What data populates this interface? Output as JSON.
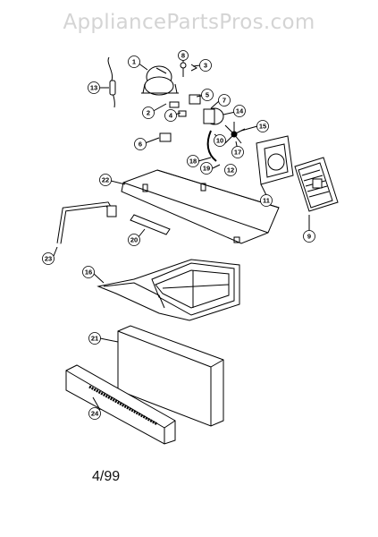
{
  "watermark": "AppliancePartsPros.com",
  "date_code": "4/99",
  "callouts": [
    "1",
    "2",
    "3",
    "4",
    "5",
    "6",
    "7",
    "8",
    "9",
    "10",
    "11",
    "12",
    "13",
    "14",
    "15",
    "16",
    "17",
    "18",
    "19",
    "20",
    "21",
    "22",
    "23",
    "24"
  ]
}
